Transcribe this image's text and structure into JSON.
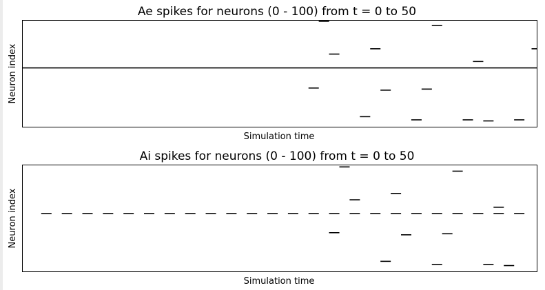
{
  "chart_data": [
    {
      "type": "raster",
      "title": "Ae spikes for neurons (0 - 100) from t = 0 to 50",
      "xlabel": "Simulation time",
      "ylabel": "Neuron index",
      "xlim": [
        0,
        50
      ],
      "ylim": [
        0,
        100
      ],
      "xticks": "none",
      "yticks": "none",
      "grid": false,
      "hlines": [
        {
          "y": 55.5,
          "color": "#000000"
        }
      ],
      "spikes": [
        {
          "t": 29.3,
          "neuron": 99.4
        },
        {
          "t": 30.3,
          "neuron": 68.5
        },
        {
          "t": 34.3,
          "neuron": 73.5
        },
        {
          "t": 40.3,
          "neuron": 95.5
        },
        {
          "t": 44.3,
          "neuron": 61.5
        },
        {
          "t": 50.0,
          "neuron": 73.5
        },
        {
          "t": 28.3,
          "neuron": 36.5
        },
        {
          "t": 35.3,
          "neuron": 34.5
        },
        {
          "t": 39.3,
          "neuron": 35.5
        },
        {
          "t": 33.3,
          "neuron": 9.5
        },
        {
          "t": 38.3,
          "neuron": 6.5
        },
        {
          "t": 43.3,
          "neuron": 6.5
        },
        {
          "t": 45.3,
          "neuron": 5.5
        },
        {
          "t": 48.3,
          "neuron": 6.5
        }
      ]
    },
    {
      "type": "raster",
      "title": "Ai spikes for neurons (0 - 100) from t = 0 to 50",
      "xlabel": "Simulation time",
      "ylabel": "Neuron index",
      "xlim": [
        0,
        50
      ],
      "ylim": [
        0,
        100
      ],
      "xticks": "none",
      "yticks": "none",
      "grid": false,
      "spikes": [
        {
          "t": 2.3,
          "neuron": 54.5
        },
        {
          "t": 4.3,
          "neuron": 54.5
        },
        {
          "t": 6.3,
          "neuron": 54.5
        },
        {
          "t": 8.3,
          "neuron": 54.5
        },
        {
          "t": 10.3,
          "neuron": 54.5
        },
        {
          "t": 12.3,
          "neuron": 54.5
        },
        {
          "t": 14.3,
          "neuron": 54.5
        },
        {
          "t": 16.3,
          "neuron": 54.5
        },
        {
          "t": 18.3,
          "neuron": 54.5
        },
        {
          "t": 20.3,
          "neuron": 54.5
        },
        {
          "t": 22.3,
          "neuron": 54.5
        },
        {
          "t": 24.3,
          "neuron": 54.5
        },
        {
          "t": 26.3,
          "neuron": 54.5
        },
        {
          "t": 28.3,
          "neuron": 54.5
        },
        {
          "t": 30.3,
          "neuron": 54.5
        },
        {
          "t": 32.3,
          "neuron": 54.5
        },
        {
          "t": 34.3,
          "neuron": 54.5
        },
        {
          "t": 36.3,
          "neuron": 54.5
        },
        {
          "t": 38.3,
          "neuron": 54.5
        },
        {
          "t": 40.3,
          "neuron": 54.5
        },
        {
          "t": 42.3,
          "neuron": 54.5
        },
        {
          "t": 44.3,
          "neuron": 54.5
        },
        {
          "t": 46.3,
          "neuron": 54.5
        },
        {
          "t": 48.3,
          "neuron": 54.5
        },
        {
          "t": 31.3,
          "neuron": 98.5
        },
        {
          "t": 32.3,
          "neuron": 67.5
        },
        {
          "t": 36.3,
          "neuron": 73.5
        },
        {
          "t": 42.3,
          "neuron": 94.5
        },
        {
          "t": 46.3,
          "neuron": 60.5
        },
        {
          "t": 30.3,
          "neuron": 36.5
        },
        {
          "t": 37.3,
          "neuron": 34.5
        },
        {
          "t": 41.3,
          "neuron": 35.5
        },
        {
          "t": 35.3,
          "neuron": 9.5
        },
        {
          "t": 40.3,
          "neuron": 6.5
        },
        {
          "t": 45.3,
          "neuron": 6.5
        },
        {
          "t": 47.3,
          "neuron": 5.5
        }
      ]
    }
  ]
}
